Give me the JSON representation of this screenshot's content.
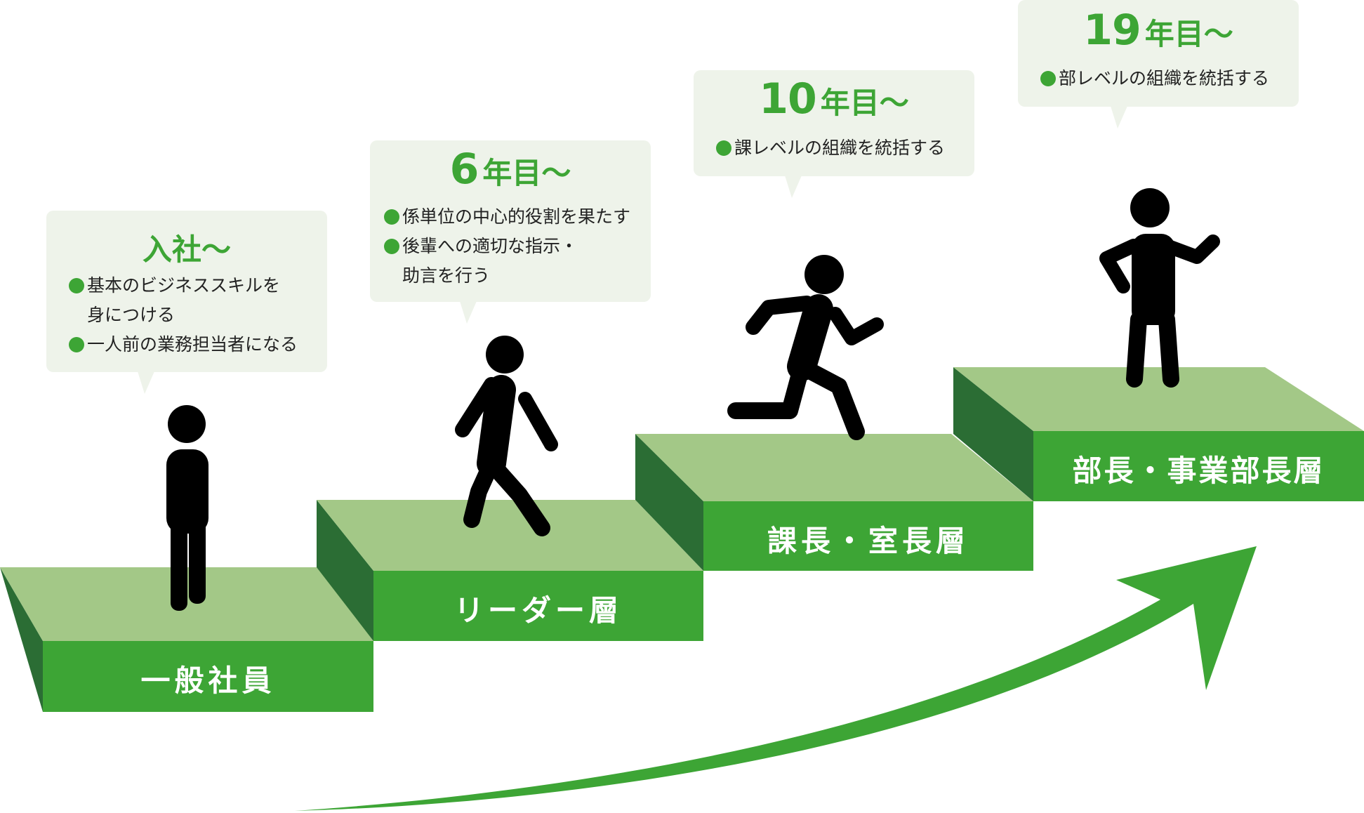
{
  "colors": {
    "step_top": "#a3c887",
    "step_front": "#3da535",
    "step_side": "#2b6d34",
    "bubble_bg": "#eef3ea",
    "accent": "#3da535",
    "figure": "#000000",
    "arrow": "#3da535"
  },
  "levels": [
    {
      "label": "一般社員",
      "bubble": {
        "head": "入社〜",
        "head_num": "",
        "head_suffix": "",
        "items": [
          {
            "line1": "基本のビジネススキルを",
            "line2": "身につける"
          },
          {
            "line1": "一人前の業務担当者になる",
            "line2": ""
          }
        ]
      },
      "figure_icon": "standing-person-icon"
    },
    {
      "label": "リーダー層",
      "bubble": {
        "head": "",
        "head_num": "6",
        "head_suffix": "年目〜",
        "items": [
          {
            "line1": "係単位の中心的役割を果たす",
            "line2": ""
          },
          {
            "line1": "後輩への適切な指示・",
            "line2": "助言を行う"
          }
        ]
      },
      "figure_icon": "walking-person-icon"
    },
    {
      "label": "課長・室長層",
      "bubble": {
        "head": "",
        "head_num": "10",
        "head_suffix": "年目〜",
        "items": [
          {
            "line1": "課レベルの組織を統括する",
            "line2": ""
          }
        ]
      },
      "figure_icon": "running-person-icon"
    },
    {
      "label": "部長・事業部長層",
      "bubble": {
        "head": "",
        "head_num": "19",
        "head_suffix": "年目〜",
        "items": [
          {
            "line1": "部レベルの組織を統括する",
            "line2": ""
          }
        ]
      },
      "figure_icon": "presenting-person-icon"
    }
  ],
  "growth_arrow_icon": "upward-arrow-icon"
}
